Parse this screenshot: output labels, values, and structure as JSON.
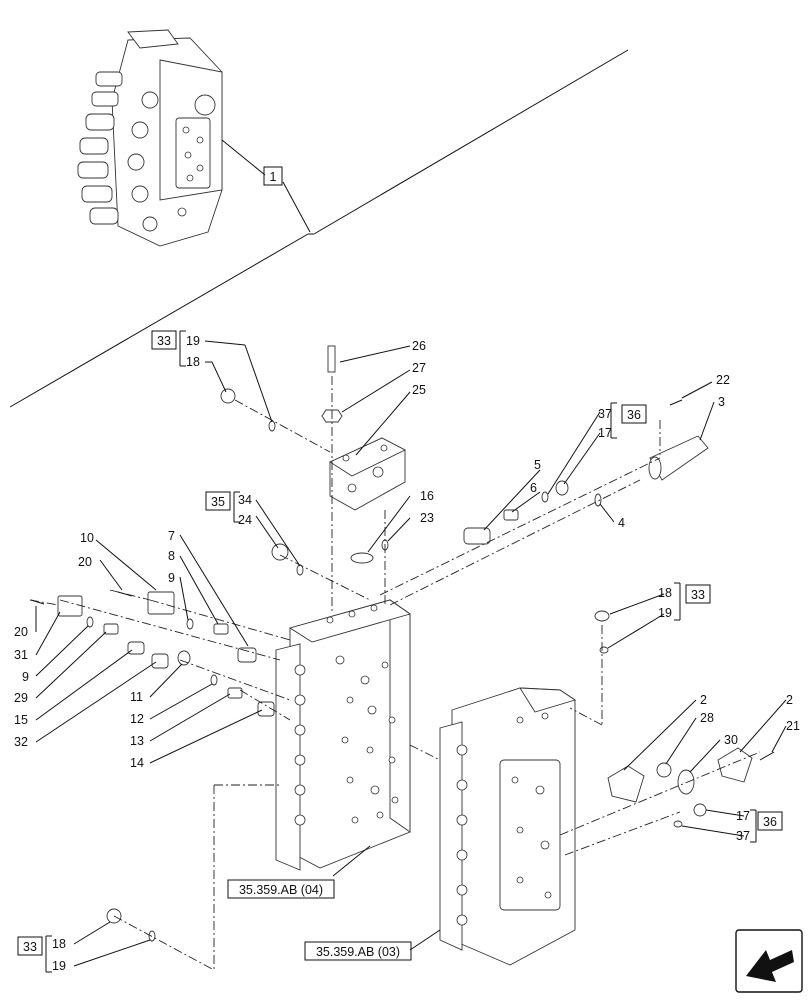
{
  "callouts": {
    "c1": "1",
    "c2a": "2",
    "c2b": "2",
    "c3": "3",
    "c4": "4",
    "c5": "5",
    "c6": "6",
    "c7": "7",
    "c8": "8",
    "c9a": "9",
    "c9b": "9",
    "c10": "10",
    "c11": "11",
    "c12": "12",
    "c13": "13",
    "c14": "14",
    "c15": "15",
    "c16": "16",
    "c17a": "17",
    "c17b": "17",
    "c18a": "18",
    "c18b": "18",
    "c18c": "18",
    "c19a": "19",
    "c19b": "19",
    "c19c": "19",
    "c20a": "20",
    "c20b": "20",
    "c21": "21",
    "c22": "22",
    "c23": "23",
    "c24": "24",
    "c25": "25",
    "c26": "26",
    "c27": "27",
    "c28": "28",
    "c29": "29",
    "c30": "30",
    "c31": "31",
    "c32": "32",
    "c34": "34",
    "c37a": "37",
    "c37b": "37",
    "k33a": "33",
    "k33b": "33",
    "k33c": "33",
    "k35": "35",
    "k36a": "36",
    "k36b": "36"
  },
  "references": {
    "ref04": "35.359.AB (04)",
    "ref03": "35.359.AB (03)"
  },
  "nav_icon": "arrow-icon"
}
